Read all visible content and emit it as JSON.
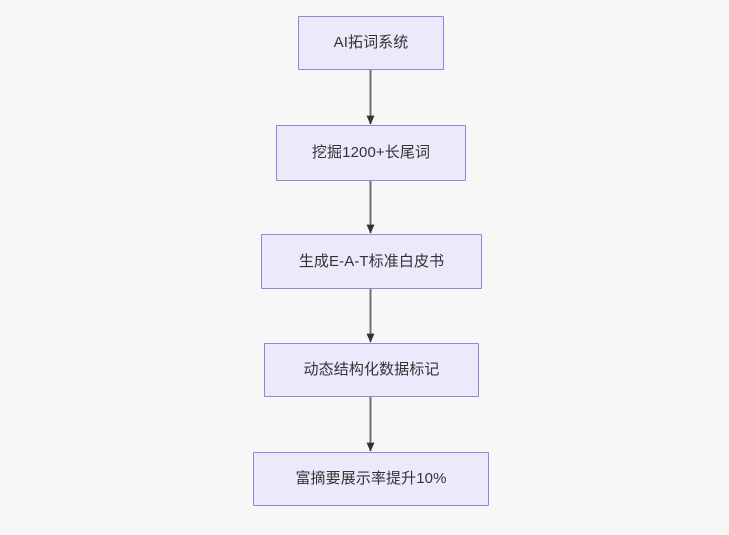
{
  "diagram": {
    "type": "flowchart",
    "direction": "top-to-bottom",
    "background_color": "#f7f7f7",
    "node_fill_color": "#ece9fb",
    "node_border_color": "#9f80d6",
    "node_text_color": "#333333",
    "edge_color": "#707070",
    "arrowhead_color": "#333333",
    "nodes": [
      {
        "id": "n1",
        "label": "AI拓词系统"
      },
      {
        "id": "n2",
        "label": "挖掘1200+长尾词"
      },
      {
        "id": "n3",
        "label": "生成E-A-T标准白皮书"
      },
      {
        "id": "n4",
        "label": "动态结构化数据标记"
      },
      {
        "id": "n5",
        "label": "富摘要展示率提升10%"
      }
    ],
    "edges": [
      {
        "from": "n1",
        "to": "n2",
        "label": ""
      },
      {
        "from": "n2",
        "to": "n3",
        "label": ""
      },
      {
        "from": "n3",
        "to": "n4",
        "label": ""
      },
      {
        "from": "n4",
        "to": "n5",
        "label": ""
      }
    ]
  }
}
